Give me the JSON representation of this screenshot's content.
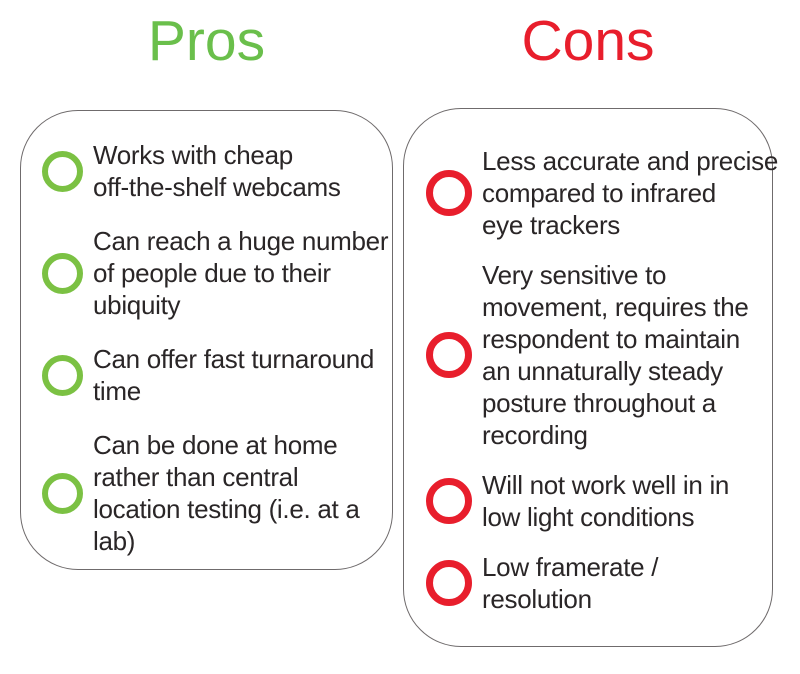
{
  "pros": {
    "title": "Pros",
    "title_color": "#6abf4b",
    "bullet_color": "#7bc143",
    "items": [
      {
        "lines": "Works with cheap\noff-the-shelf webcams"
      },
      {
        "lines": "Can reach a huge number\nof people due to their\nubiquity"
      },
      {
        "lines": "Can offer fast turnaround\ntime"
      },
      {
        "lines": "Can be done at home\nrather than central\nlocation testing (i.e. at a\nlab)"
      }
    ]
  },
  "cons": {
    "title": "Cons",
    "title_color": "#e81e2c",
    "bullet_color": "#e81e2c",
    "items": [
      {
        "lines": "Less accurate and precise\ncompared to infrared\neye trackers"
      },
      {
        "lines": "Very sensitive to\nmovement, requires the\nrespondent to maintain\nan unnaturally steady\nposture throughout a\nrecording"
      },
      {
        "lines": "Will not work well in in\nlow light conditions"
      },
      {
        "lines": "Low framerate /\nresolution"
      }
    ]
  },
  "colors": {
    "text": "#2a2627",
    "panel_border": "#6f6b6c",
    "background": "#ffffff"
  }
}
